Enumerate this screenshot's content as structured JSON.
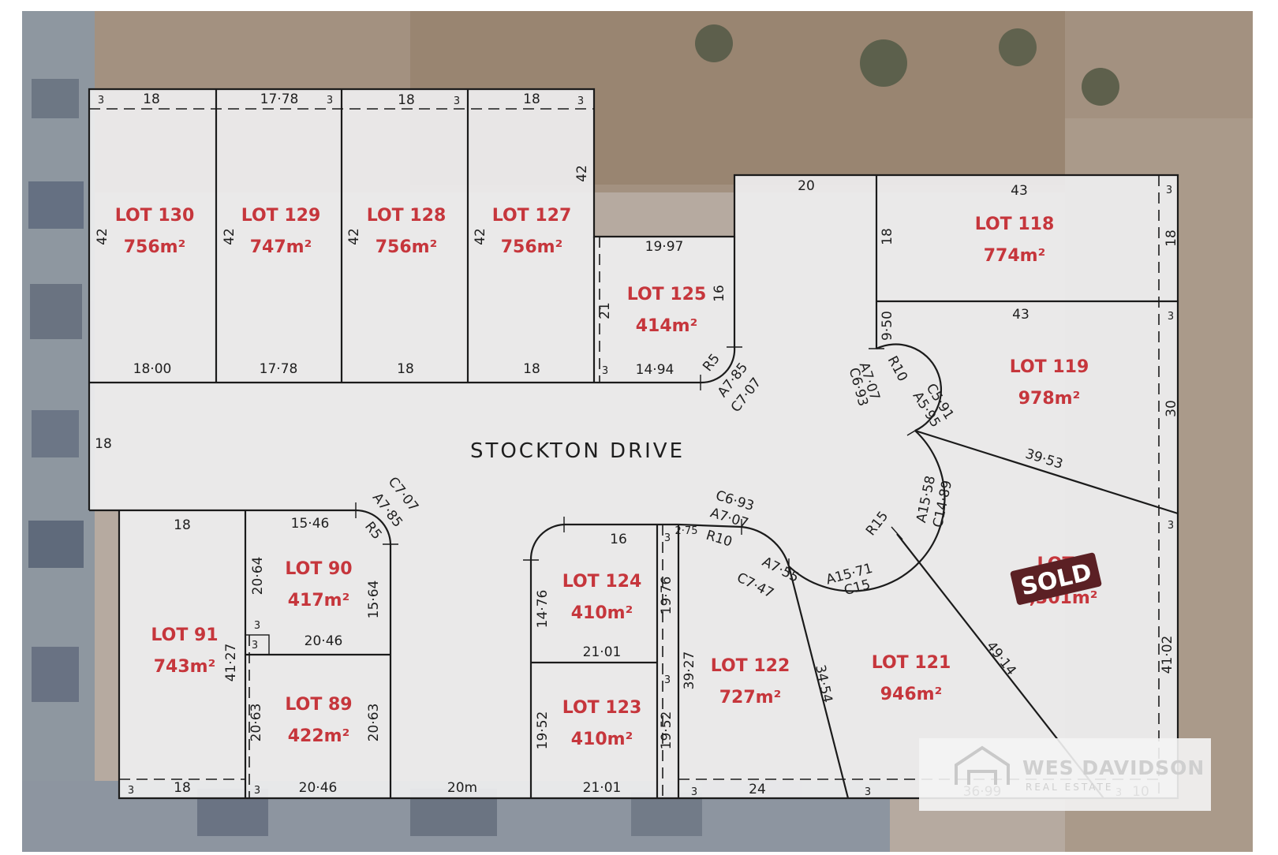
{
  "street": "STOCKTON   DRIVE",
  "sold_badge": "SOLD",
  "watermark": {
    "company": "WES DAVIDSON",
    "tagline": "REAL ESTATE"
  },
  "lots": [
    {
      "id": "130",
      "name": "LOT 130",
      "area": "756m²"
    },
    {
      "id": "129",
      "name": "LOT 129",
      "area": "747m²"
    },
    {
      "id": "128",
      "name": "LOT 128",
      "area": "756m²"
    },
    {
      "id": "127",
      "name": "LOT 127",
      "area": "756m²"
    },
    {
      "id": "125",
      "name": "LOT 125",
      "area": "414m²"
    },
    {
      "id": "118",
      "name": "LOT 118",
      "area": "774m²"
    },
    {
      "id": "119",
      "name": "LOT 119",
      "area": "978m²"
    },
    {
      "id": "91",
      "name": "LOT 91",
      "area": "743m²"
    },
    {
      "id": "90",
      "name": "LOT 90",
      "area": "417m²"
    },
    {
      "id": "89",
      "name": "LOT 89",
      "area": "422m²"
    },
    {
      "id": "124",
      "name": "LOT 124",
      "area": "410m²"
    },
    {
      "id": "123",
      "name": "LOT 123",
      "area": "410m²"
    },
    {
      "id": "122",
      "name": "LOT 122",
      "area": "727m²"
    },
    {
      "id": "121",
      "name": "LOT 121",
      "area": "946m²"
    },
    {
      "id": "120",
      "name": "LOT",
      "area": ",301m²",
      "sold": true
    }
  ],
  "dimensions": [
    "3",
    "18",
    "17·78",
    "3",
    "18",
    "3",
    "18",
    "3",
    "42",
    "42",
    "42",
    "42",
    "42",
    "18·00",
    "17·78",
    "18",
    "18",
    "19·97",
    "16",
    "21",
    "3",
    "14·94",
    "20",
    "43",
    "3",
    "18",
    "18",
    "9·50",
    "43",
    "3",
    "30",
    "R5",
    "A7·85",
    "C7·07",
    "R10",
    "A7·07",
    "C6·93",
    "C5·91",
    "A5·95",
    "39·53",
    "18",
    "3",
    "A15·58",
    "C14·89",
    "R15",
    "C6·93",
    "A7·07",
    "R10",
    "2·75",
    "A7·55",
    "C7·47",
    "A15·71",
    "C15",
    "C7·07",
    "A7·85",
    "R5",
    "18",
    "15·46",
    "20·64",
    "15·64",
    "3",
    "3",
    "20·46",
    "41·27",
    "20·63",
    "20·63",
    "3",
    "18",
    "3",
    "20·46",
    "20m",
    "16",
    "14·76",
    "19·76",
    "3",
    "21·01",
    "39·27",
    "3",
    "19·52",
    "19·52",
    "21·01",
    "34·54",
    "49·14",
    "41·02",
    "3",
    "24",
    "3",
    "36·99",
    "3",
    "10"
  ]
}
